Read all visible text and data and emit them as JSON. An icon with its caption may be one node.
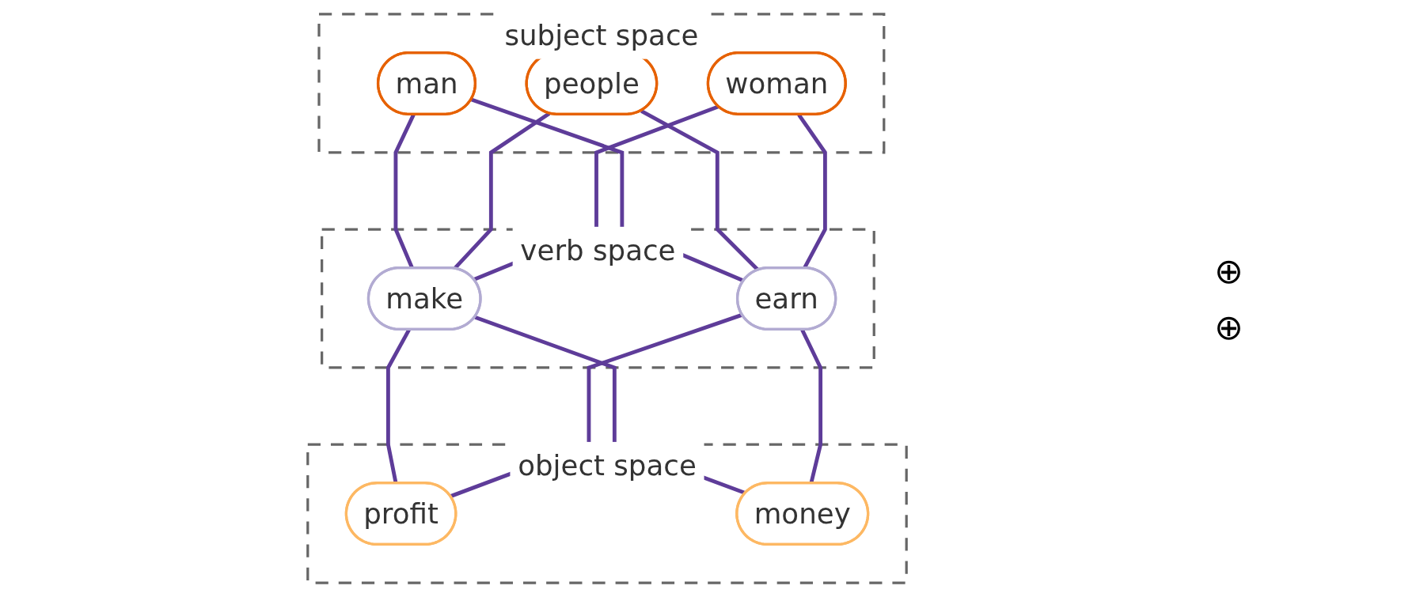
{
  "diagram": {
    "nodes": [
      {
        "text": [
          "subject space"
        ]
      },
      {
        "text": [
          "man"
        ],
        "in": 0
      },
      {
        "text": [
          "people"
        ],
        "in": 0
      },
      {
        "text": [
          "woman"
        ],
        "in": 0
      },
      {
        "text": [
          "verb space"
        ]
      },
      {
        "text": [
          "make"
        ],
        "in": 4
      },
      {
        "text": [
          "earn"
        ],
        "in": 4
      },
      {
        "text": [
          "object space"
        ]
      },
      {
        "text": [
          "profit"
        ],
        "in": 7
      },
      {
        "text": [
          "money"
        ],
        "in": 7
      }
    ],
    "edges": [
      {
        "from": 1,
        "to": 5,
        "arrow": "none"
      },
      {
        "from": 1,
        "to": 6,
        "arrow": "none"
      },
      {
        "from": 2,
        "to": 5,
        "arrow": "none"
      },
      {
        "from": 2,
        "to": 6,
        "arrow": "none"
      },
      {
        "from": 3,
        "to": 5,
        "arrow": "none"
      },
      {
        "from": 3,
        "to": 6,
        "arrow": "none"
      },
      {
        "from": 5,
        "to": 8,
        "arrow": "none"
      },
      {
        "from": 5,
        "to": 9,
        "arrow": "none"
      },
      {
        "from": 6,
        "to": 8,
        "arrow": "none"
      },
      {
        "from": 6,
        "to": 9,
        "arrow": "none"
      }
    ],
    "labels": [
      "⊕",
      "⊕"
    ]
  }
}
